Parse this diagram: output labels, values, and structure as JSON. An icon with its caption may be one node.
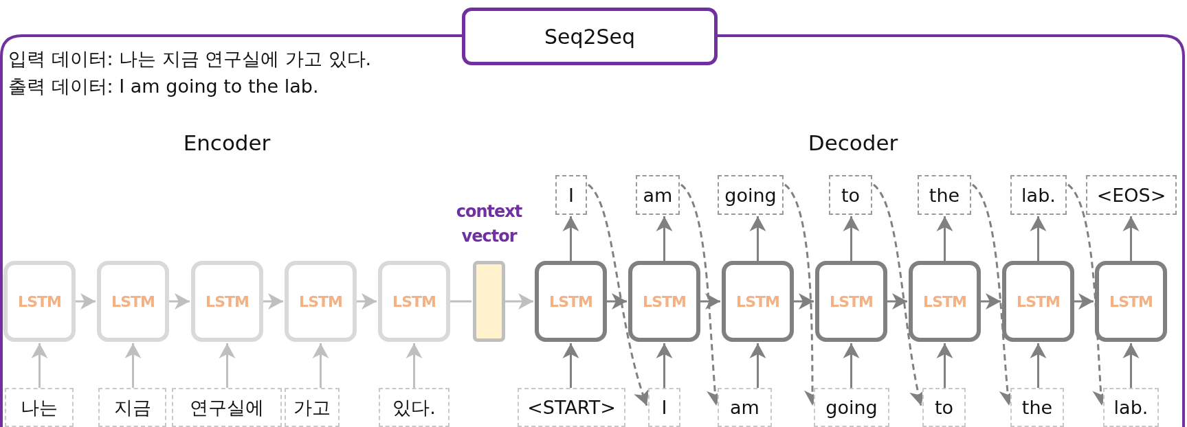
{
  "diagram": {
    "nodes": [
      {
        "text": [
          "Seq2Seq"
        ]
      },
      {
        "text": [
          "I"
        ]
      },
      {
        "text": [
          "am"
        ]
      },
      {
        "text": [
          "going"
        ]
      },
      {
        "text": [
          "to"
        ]
      },
      {
        "text": [
          "the"
        ]
      },
      {
        "text": [
          "lab."
        ]
      },
      {
        "text": [
          "<EOS>"
        ]
      },
      {
        "text": [
          "LSTM"
        ]
      },
      {
        "text": [
          "LSTM"
        ]
      },
      {
        "text": [
          "LSTM"
        ]
      },
      {
        "text": [
          "LSTM"
        ]
      },
      {
        "text": [
          "LSTM"
        ]
      },
      {
        "text": [],
        "shape": "bar",
        "beside": [
          "context vector"
        ]
      },
      {
        "text": [
          "LSTM"
        ]
      },
      {
        "text": [
          "LSTM"
        ]
      },
      {
        "text": [
          "LSTM"
        ]
      },
      {
        "text": [
          "LSTM"
        ]
      },
      {
        "text": [
          "LSTM"
        ]
      },
      {
        "text": [
          "LSTM"
        ]
      },
      {
        "text": [
          "LSTM"
        ]
      },
      {
        "text": [
          "나는"
        ]
      },
      {
        "text": [
          "지금"
        ]
      },
      {
        "text": [
          "연구실에"
        ]
      },
      {
        "text": [
          "가고"
        ]
      },
      {
        "text": [
          "있다."
        ]
      },
      {
        "text": [
          "<START>"
        ]
      },
      {
        "text": [
          "I"
        ]
      },
      {
        "text": [
          "am"
        ]
      },
      {
        "text": [
          "going"
        ]
      },
      {
        "text": [
          "to"
        ]
      },
      {
        "text": [
          "the"
        ]
      },
      {
        "text": [
          "lab."
        ]
      }
    ],
    "edges": [
      {
        "from": 21,
        "to": 8,
        "arrow": "to",
        "color": "#bfbfbf"
      },
      {
        "from": 22,
        "to": 9,
        "arrow": "to",
        "color": "#bfbfbf"
      },
      {
        "from": 23,
        "to": 10,
        "arrow": "to",
        "color": "#bfbfbf"
      },
      {
        "from": 24,
        "to": 11,
        "arrow": "to",
        "color": "#bfbfbf"
      },
      {
        "from": 25,
        "to": 12,
        "arrow": "to",
        "color": "#bfbfbf"
      },
      {
        "from": 8,
        "to": 9,
        "arrow": "to",
        "color": "#bfbfbf"
      },
      {
        "from": 9,
        "to": 10,
        "arrow": "to",
        "color": "#bfbfbf"
      },
      {
        "from": 10,
        "to": 11,
        "arrow": "to",
        "color": "#bfbfbf"
      },
      {
        "from": 11,
        "to": 12,
        "arrow": "to",
        "color": "#bfbfbf"
      },
      {
        "from": 12,
        "to": 13,
        "arrow": "none",
        "color": "#bfbfbf"
      },
      {
        "from": 13,
        "to": 14,
        "arrow": "to",
        "color": "#bfbfbf"
      },
      {
        "from": 14,
        "to": 15,
        "arrow": "to"
      },
      {
        "from": 15,
        "to": 16,
        "arrow": "to"
      },
      {
        "from": 16,
        "to": 17,
        "arrow": "to"
      },
      {
        "from": 17,
        "to": 18,
        "arrow": "to"
      },
      {
        "from": 18,
        "to": 19,
        "arrow": "to"
      },
      {
        "from": 19,
        "to": 20,
        "arrow": "to"
      },
      {
        "from": 26,
        "to": 14,
        "arrow": "to"
      },
      {
        "from": 27,
        "to": 15,
        "arrow": "to"
      },
      {
        "from": 28,
        "to": 16,
        "arrow": "to"
      },
      {
        "from": 29,
        "to": 17,
        "arrow": "to"
      },
      {
        "from": 30,
        "to": 18,
        "arrow": "to"
      },
      {
        "from": 31,
        "to": 19,
        "arrow": "to"
      },
      {
        "from": 32,
        "to": 20,
        "arrow": "to"
      },
      {
        "from": 14,
        "to": 1,
        "arrow": "to"
      },
      {
        "from": 15,
        "to": 2,
        "arrow": "to"
      },
      {
        "from": 16,
        "to": 3,
        "arrow": "to"
      },
      {
        "from": 17,
        "to": 4,
        "arrow": "to"
      },
      {
        "from": 18,
        "to": 5,
        "arrow": "to"
      },
      {
        "from": 19,
        "to": 6,
        "arrow": "to"
      },
      {
        "from": 20,
        "to": 7,
        "arrow": "to"
      },
      {
        "from": 1,
        "to": 27,
        "arrow": "to",
        "style": "dashed"
      },
      {
        "from": 2,
        "to": 28,
        "arrow": "to",
        "style": "dashed"
      },
      {
        "from": 3,
        "to": 29,
        "arrow": "to",
        "style": "dashed"
      },
      {
        "from": 4,
        "to": 30,
        "arrow": "to",
        "style": "dashed"
      },
      {
        "from": 5,
        "to": 31,
        "arrow": "to",
        "style": "dashed"
      },
      {
        "from": 6,
        "to": 32,
        "arrow": "to",
        "style": "dashed"
      }
    ],
    "labels": [
      "입력 데이터: 나는 지금 연구실에 가고 있다.",
      "출력 데이터: I am going to the lab.",
      "Encoder",
      "Decoder"
    ]
  }
}
